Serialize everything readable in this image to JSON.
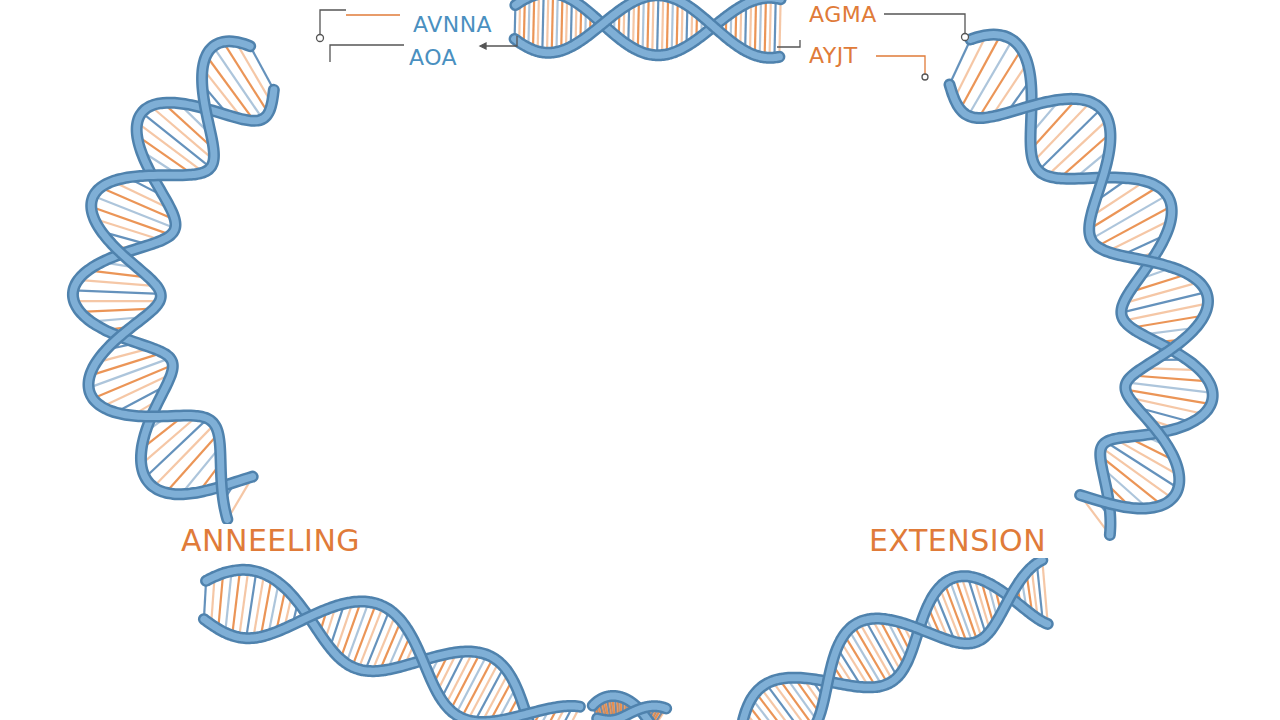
{
  "diagram": {
    "labels": [
      "AVNNA",
      "AOA",
      "AGMA",
      "AYJT",
      "ANNEELING",
      "EXTENSION"
    ]
  }
}
